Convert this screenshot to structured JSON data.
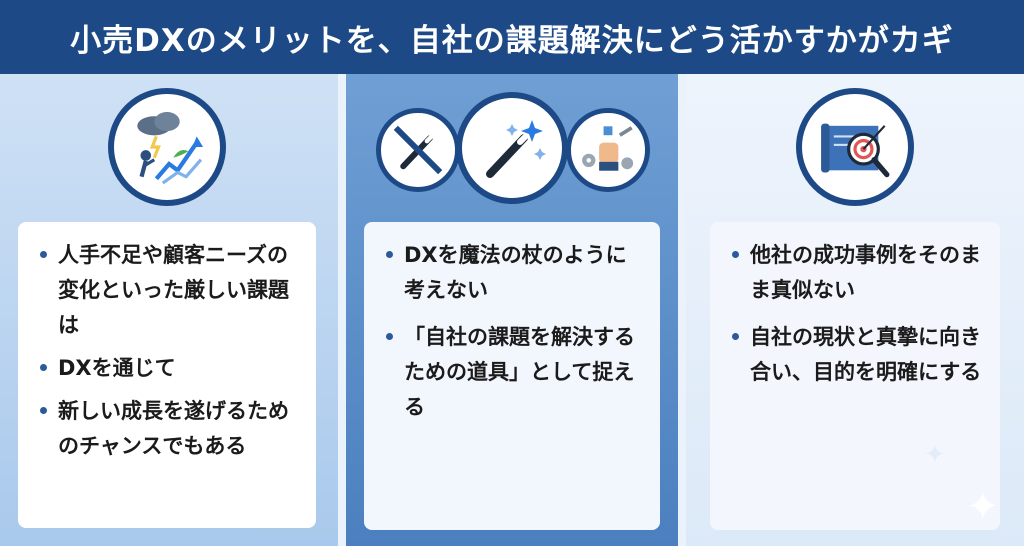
{
  "header": {
    "title": "小売DXのメリットを、自社の課題解決にどう活かすかがカギ"
  },
  "columns": [
    {
      "icon": "storm-to-growth-icon",
      "items": [
        "人手不足や顧客ニーズの変化といった厳しい課題は",
        "DXを通じて",
        "新しい成長を遂げるためのチャンスでもある"
      ]
    },
    {
      "icons": [
        "no-magic-wand-icon",
        "magic-wand-icon",
        "tools-fist-icon"
      ],
      "items": [
        "DXを魔法の杖のように考えない",
        "「自社の課題を解決するための道具」として捉える"
      ]
    },
    {
      "icon": "blueprint-target-icon",
      "items": [
        "他社の成功事例をそのまま真似ない",
        "自社の現状と真摯に向き合い、目的を明確にする"
      ]
    }
  ],
  "colors": {
    "banner": "#1d4a86",
    "accent_blue": "#2a5a9c"
  }
}
